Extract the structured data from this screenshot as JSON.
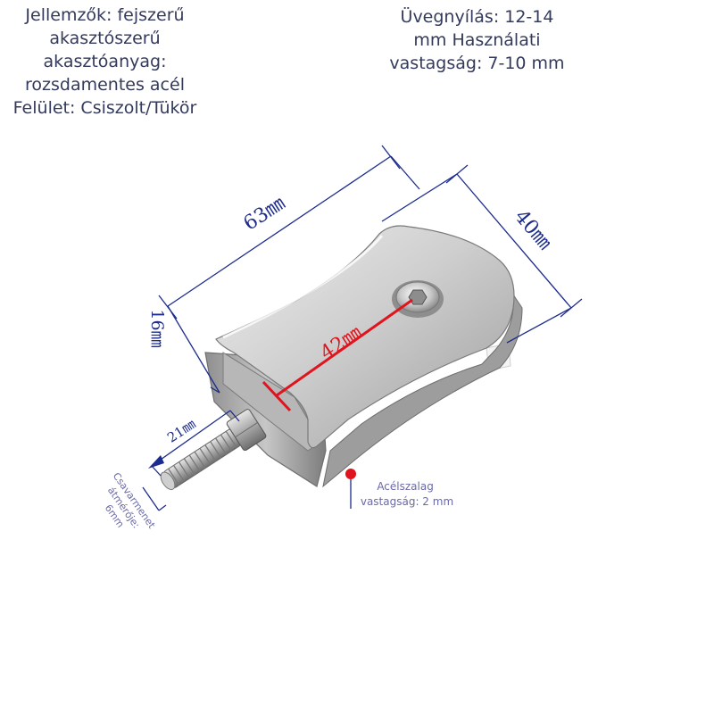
{
  "specs": {
    "left_lines": [
      "Jellemzők: fejszerű",
      "akasztószerű",
      "akasztóanyag:",
      "rozsdamentes acél",
      "Felület: Csiszolt/Tükör"
    ],
    "right_lines": [
      "Üvegnyílás: 12-14",
      "mm Használati",
      "vastagság: 7-10 mm"
    ]
  },
  "dimensions": {
    "length": "63㎜",
    "width": "40㎜",
    "height": "16㎜",
    "hole_spacing": "42㎜",
    "bolt_length": "21㎜"
  },
  "annotations": {
    "steel_band_lines": [
      "Acélszalag",
      "vastagság: 2 mm"
    ],
    "screw_diameter_lines": [
      "Csavarmenet",
      "átmérője:",
      "6mm"
    ]
  },
  "colors": {
    "dimension_line": "#1c2b8c",
    "accent_red": "#e0141e",
    "annotation_text": "#6a6aa8",
    "spec_text": "#333a5c"
  }
}
